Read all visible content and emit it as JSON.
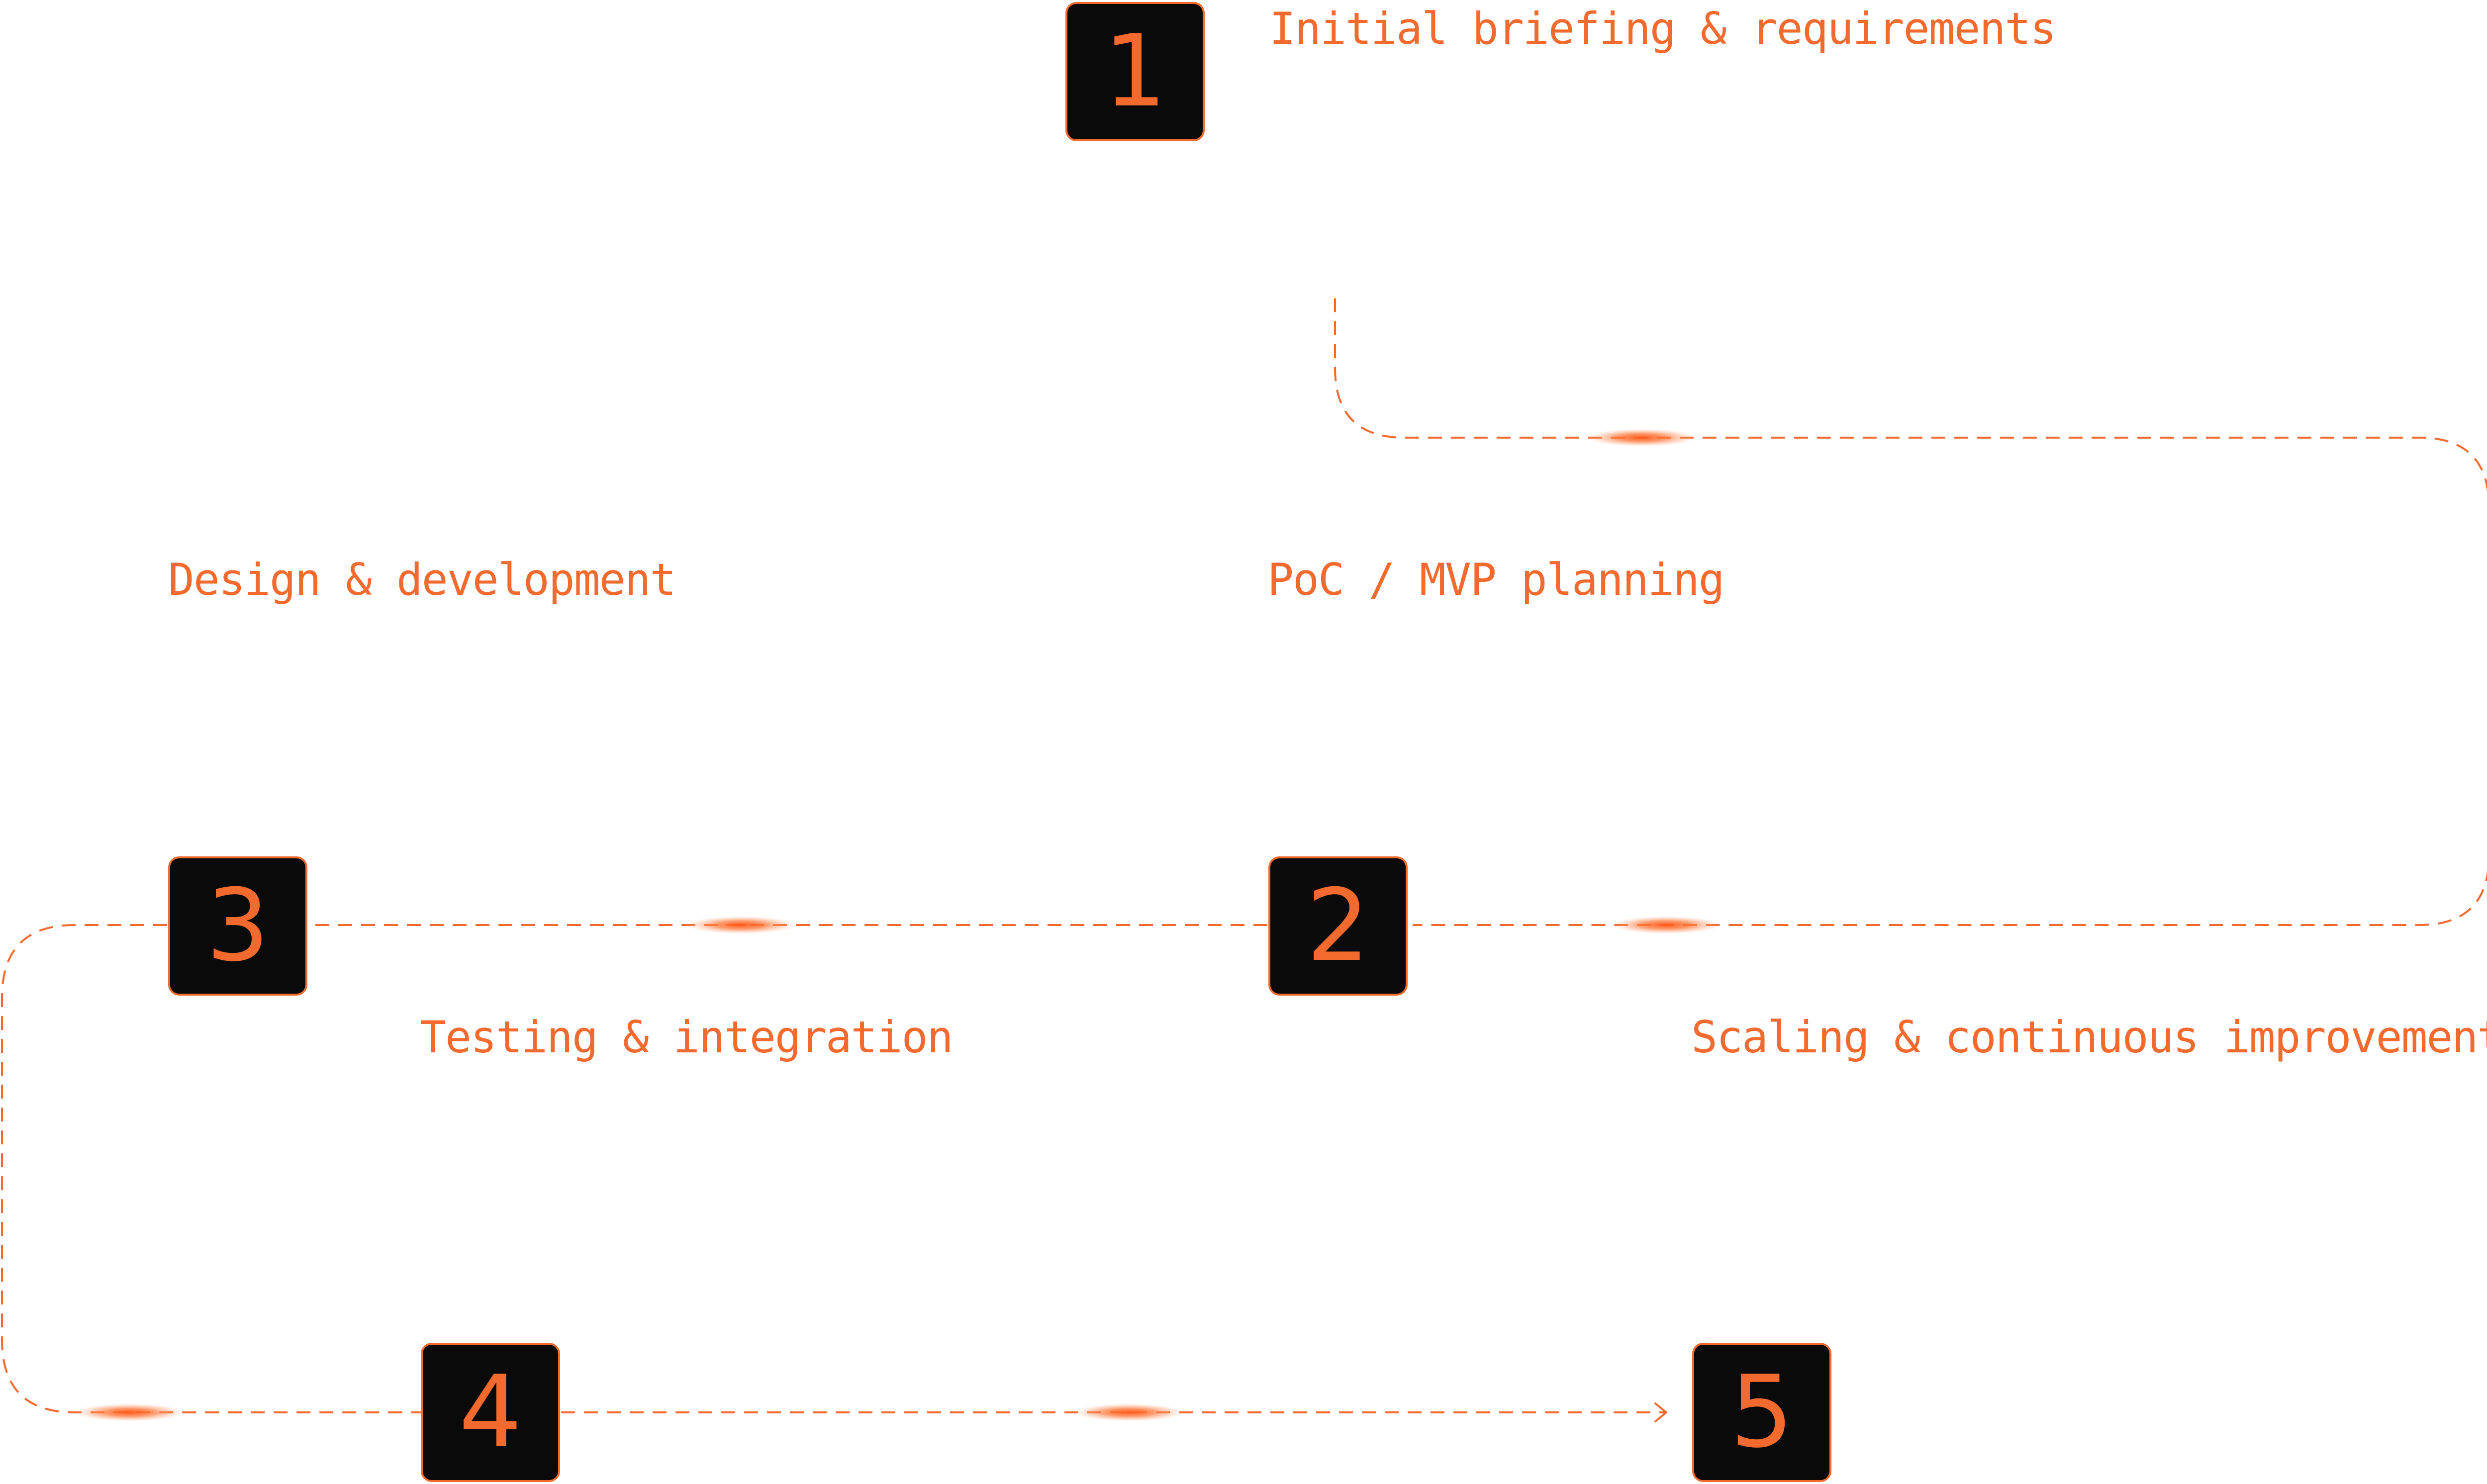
{
  "colors": {
    "accent": "#f26a2e",
    "box_fill": "#0a0a0a",
    "background": "#ffffff"
  },
  "steps": [
    {
      "number": "1",
      "label": "Initial briefing & requirements"
    },
    {
      "number": "2",
      "label": "PoC / MVP planning"
    },
    {
      "number": "3",
      "label": "Design & development"
    },
    {
      "number": "4",
      "label": "Testing & integration"
    },
    {
      "number": "5",
      "label": "Scaling & continuous improvement"
    }
  ]
}
